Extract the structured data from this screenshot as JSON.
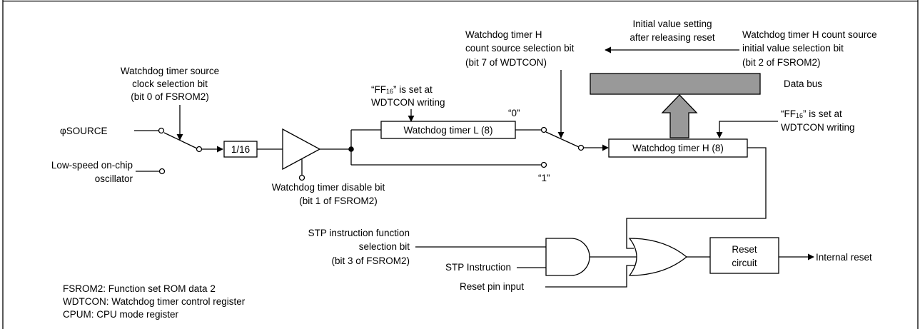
{
  "labels": {
    "phi_source": "φSOURCE",
    "low_speed_1": "Low-speed on-chip",
    "low_speed_2": "oscillator",
    "src_sel_1": "Watchdog timer source",
    "src_sel_2": "clock selection bit",
    "src_sel_3": "(bit 0 of FSROM2)",
    "divider": "1/16",
    "disable_1": "Watchdog timer disable bit",
    "disable_2": "(bit 1 of FSROM2)",
    "ffL_pre": "“FF",
    "ffL_sub": "16",
    "ffL_post": "” is set at",
    "ffL_2": "WDTCON writing",
    "timer_l": "Watchdog timer L (8)",
    "zero": "“0”",
    "one": "“1”",
    "h_sel_1": "Watchdog timer H",
    "h_sel_2": "count source selection bit",
    "h_sel_3": "(bit 7 of WDTCON)",
    "init_1": "Initial value setting",
    "init_2": "after releasing reset",
    "h_init_1": "Watchdog timer H count source",
    "h_init_2": "initial value selection bit",
    "h_init_3": "(bit 2 of FSROM2)",
    "data_bus": "Data bus",
    "ffH_pre": "“FF",
    "ffH_sub": "16",
    "ffH_post": "” is set at",
    "ffH_2": "WDTCON writing",
    "timer_h": "Watchdog timer H (8)",
    "stp_sel_1": "STP instruction function",
    "stp_sel_2": "selection bit",
    "stp_sel_3": "(bit 3 of FSROM2)",
    "stp_instr": "STP Instruction",
    "reset_pin": "Reset pin input",
    "reset_1": "Reset",
    "reset_2": "circuit",
    "internal_reset": "Internal reset",
    "legend_1": "FSROM2: Function set ROM data 2",
    "legend_2": "WDTCON: Watchdog timer control register",
    "legend_3": "CPUM: CPU mode register"
  },
  "colors": {
    "data_bus_fill": "#999999",
    "stroke": "#000000"
  }
}
